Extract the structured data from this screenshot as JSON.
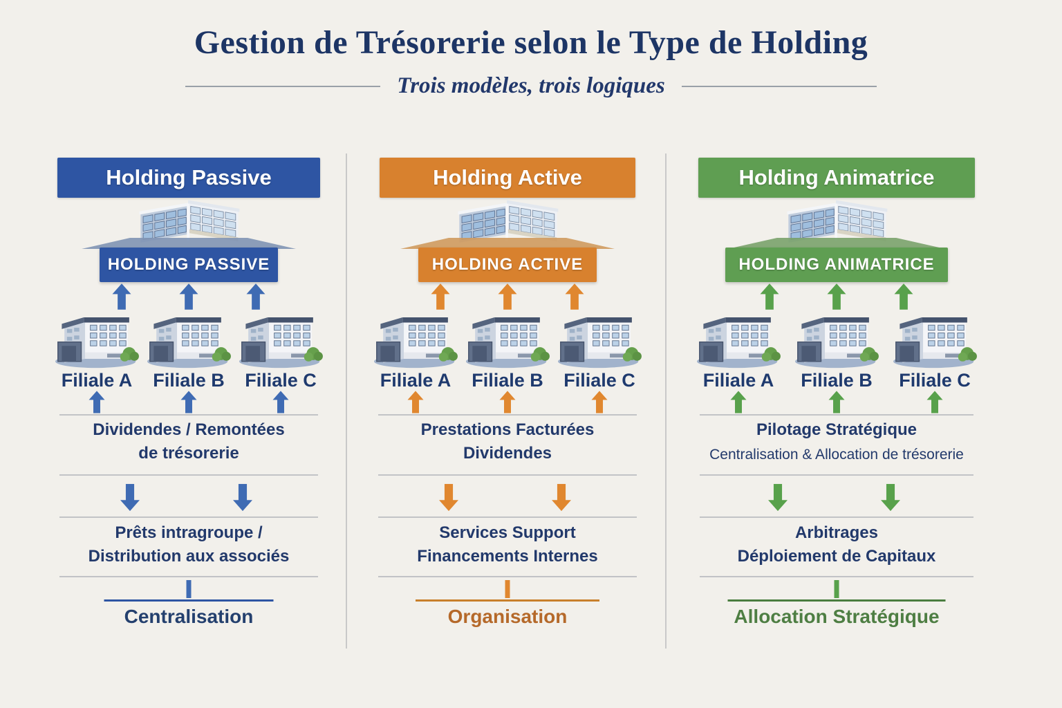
{
  "title": "Gestion de Trésorerie selon le Type de Holding",
  "subtitle": "Trois modèles, trois logiques",
  "colors": {
    "background": "#f2f0eb",
    "navy_text": "#22396b",
    "passive_blue": "#2e55a3",
    "active_orange": "#d8812e",
    "animatrice_green": "#5f9e52",
    "footer_orange": "#b5692a",
    "footer_green": "#4e7e43",
    "divider_gray": "#c9c9c9"
  },
  "columns": [
    {
      "header": "Holding Passive",
      "holding_label": "HOLDING PASSIVE",
      "subsidiaries": [
        "Filiale A",
        "Filiale B",
        "Filiale C"
      ],
      "upward_flows": [
        "Dividendes / Remontées",
        "de trésorerie"
      ],
      "downward_flows": [
        "Prêts intragroupe /",
        "Distribution aux associés"
      ],
      "footer": "Centralisation",
      "accent_color": "#2e55a3"
    },
    {
      "header": "Holding Active",
      "holding_label": "HOLDING ACTIVE",
      "subsidiaries": [
        "Filiale A",
        "Filiale B",
        "Filiale C"
      ],
      "upward_flows": [
        "Prestations Facturées",
        "Dividendes"
      ],
      "downward_flows": [
        "Services Support",
        "Financements Internes"
      ],
      "footer": "Organisation",
      "accent_color": "#d8812e"
    },
    {
      "header": "Holding Animatrice",
      "holding_label": "HOLDING ANIMATRICE",
      "subsidiaries": [
        "Filiale A",
        "Filiale B",
        "Filiale C"
      ],
      "upward_flows": [
        "Pilotage Stratégique",
        "Centralisation & Allocation de trésorerie"
      ],
      "downward_flows": [
        "Arbitrages",
        "Déploiement de Capitaux"
      ],
      "footer": "Allocation Stratégique",
      "accent_color": "#5f9e52"
    }
  ]
}
